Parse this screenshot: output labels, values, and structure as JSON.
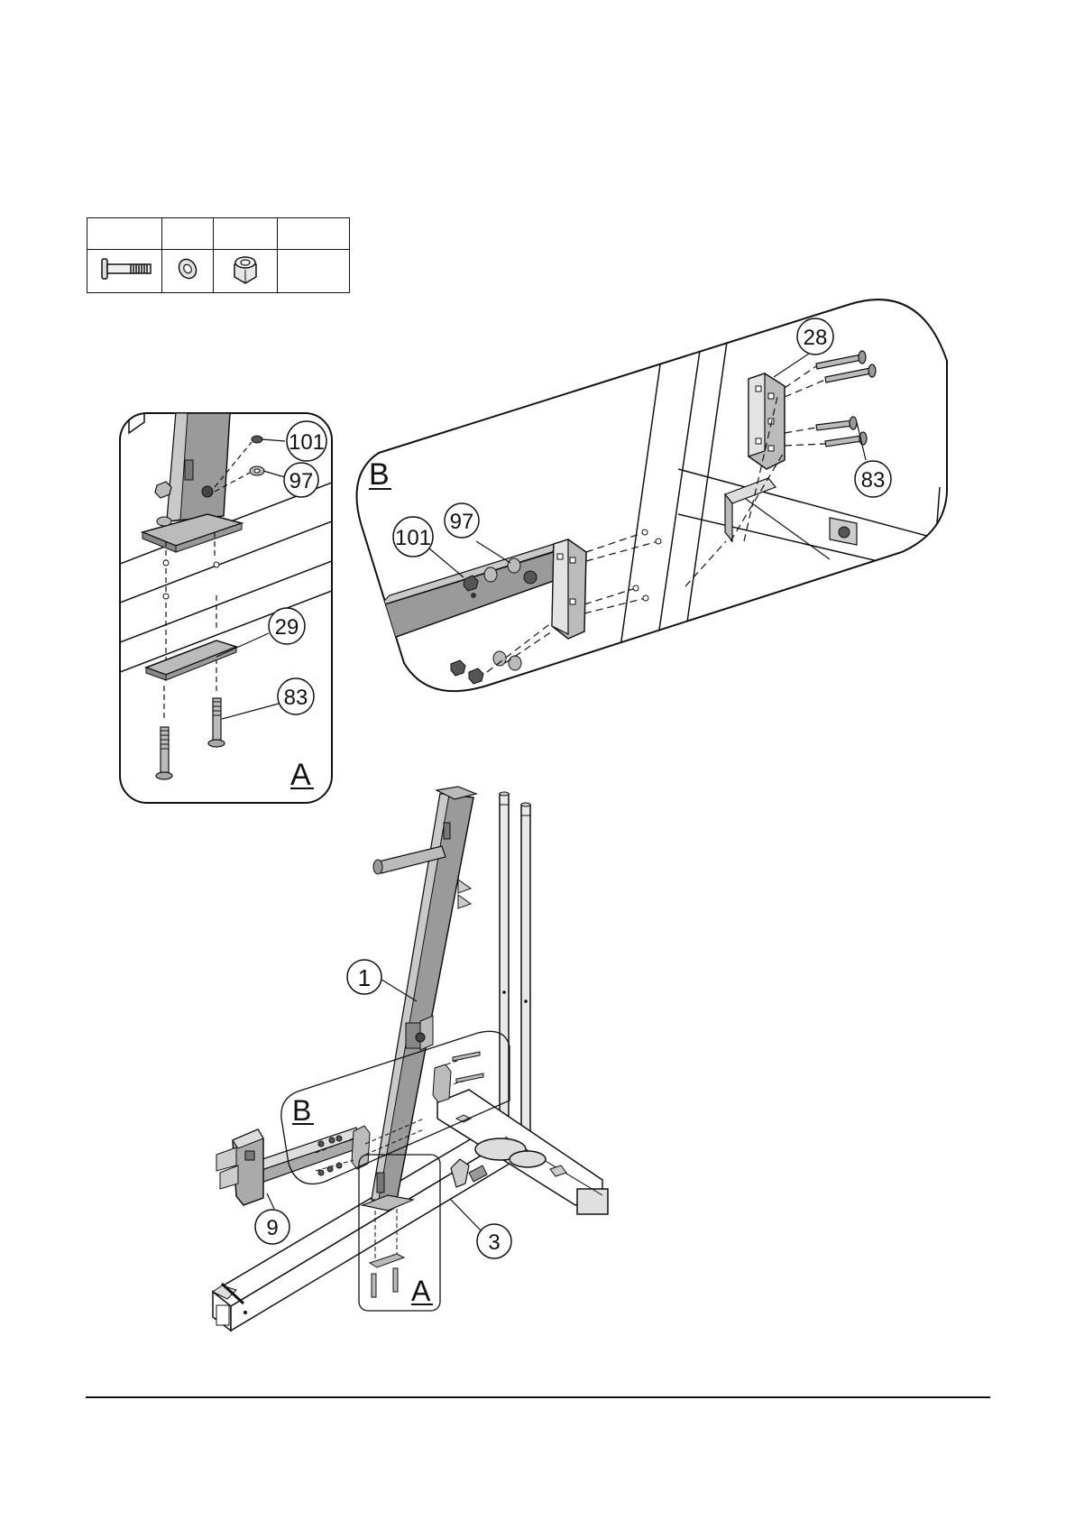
{
  "hardware_table": {
    "header_cells": [
      "",
      "",
      "",
      ""
    ],
    "icons": [
      "carriage-bolt-icon",
      "washer-icon",
      "nylon-lock-nut-icon"
    ]
  },
  "detail_a": {
    "letter": "A",
    "callouts": {
      "nut": "101",
      "washer": "97",
      "plate": "29",
      "bolt": "83"
    }
  },
  "detail_b": {
    "letter": "B",
    "callouts": {
      "nut": "101",
      "washer": "97",
      "bracket": "28",
      "bolt": "83"
    }
  },
  "main_view": {
    "callouts": {
      "upright": "1",
      "arm": "9",
      "base": "3"
    },
    "detail_letters": {
      "a": "A",
      "b": "B"
    }
  },
  "colors": {
    "line": "#111111",
    "steel": "#9a9a9a",
    "steel_dark": "#6f6f6f",
    "steel_light": "#c9c9c9"
  }
}
